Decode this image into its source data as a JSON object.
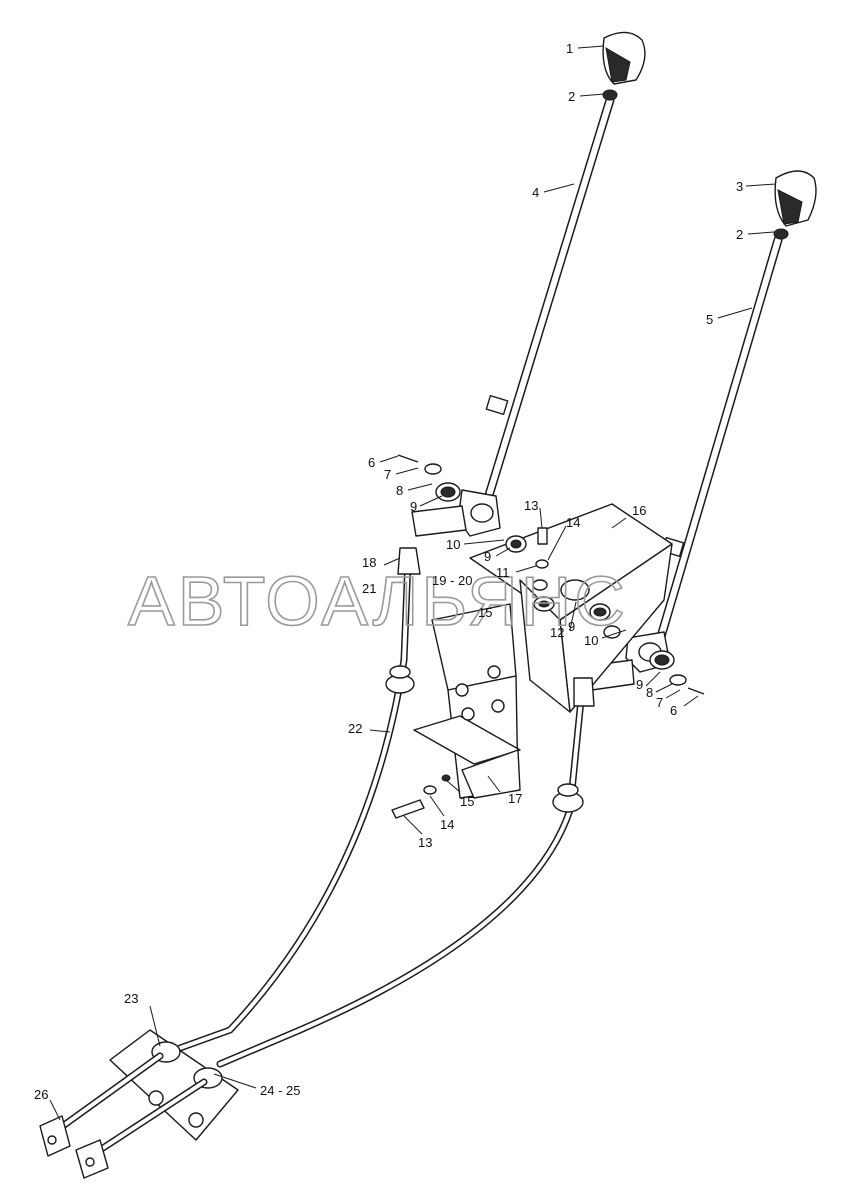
{
  "watermark": "АВТОАЛЬЯНС",
  "callouts": {
    "c1": "1",
    "c2a": "2",
    "c2b": "2",
    "c3": "3",
    "c4": "4",
    "c5": "5",
    "c6a": "6",
    "c6b": "6",
    "c7a": "7",
    "c7b": "7",
    "c8a": "8",
    "c8b": "8",
    "c9a": "9",
    "c9b": "9",
    "c9c": "9",
    "c9d": "9",
    "c10a": "10",
    "c10b": "10",
    "c11": "11",
    "c12": "12",
    "c13a": "13",
    "c13b": "13",
    "c14a": "14",
    "c14b": "14",
    "c15a": "15",
    "c15b": "15",
    "c16": "16",
    "c17": "17",
    "c18": "18",
    "c1920": "19 - 20",
    "c21": "21",
    "c22": "22",
    "c23": "23",
    "c2425": "24 - 25",
    "c26": "26"
  }
}
